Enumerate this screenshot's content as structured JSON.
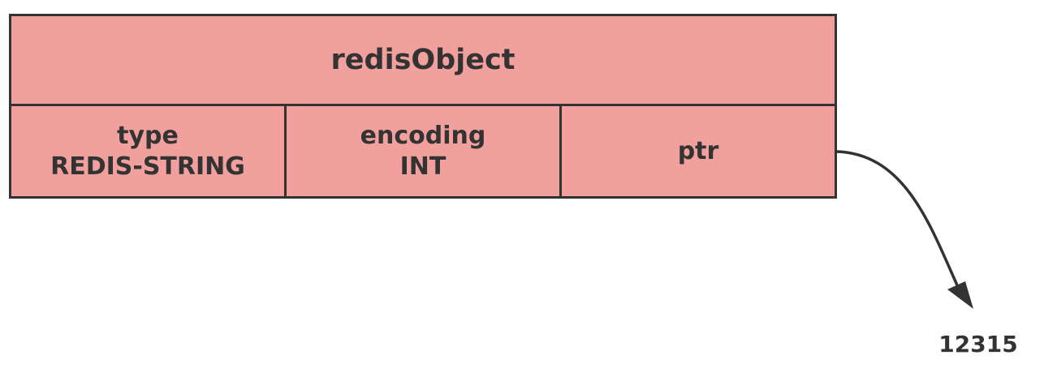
{
  "struct": {
    "title": "redisObject",
    "fields": [
      {
        "name": "type",
        "value": "REDIS-STRING"
      },
      {
        "name": "encoding",
        "value": "INT"
      },
      {
        "name": "ptr",
        "value": ""
      }
    ]
  },
  "pointer_target": {
    "value": "12315"
  },
  "colors": {
    "struct_fill": "#f2a09d",
    "stroke": "#333333",
    "background": "#ffffff"
  }
}
